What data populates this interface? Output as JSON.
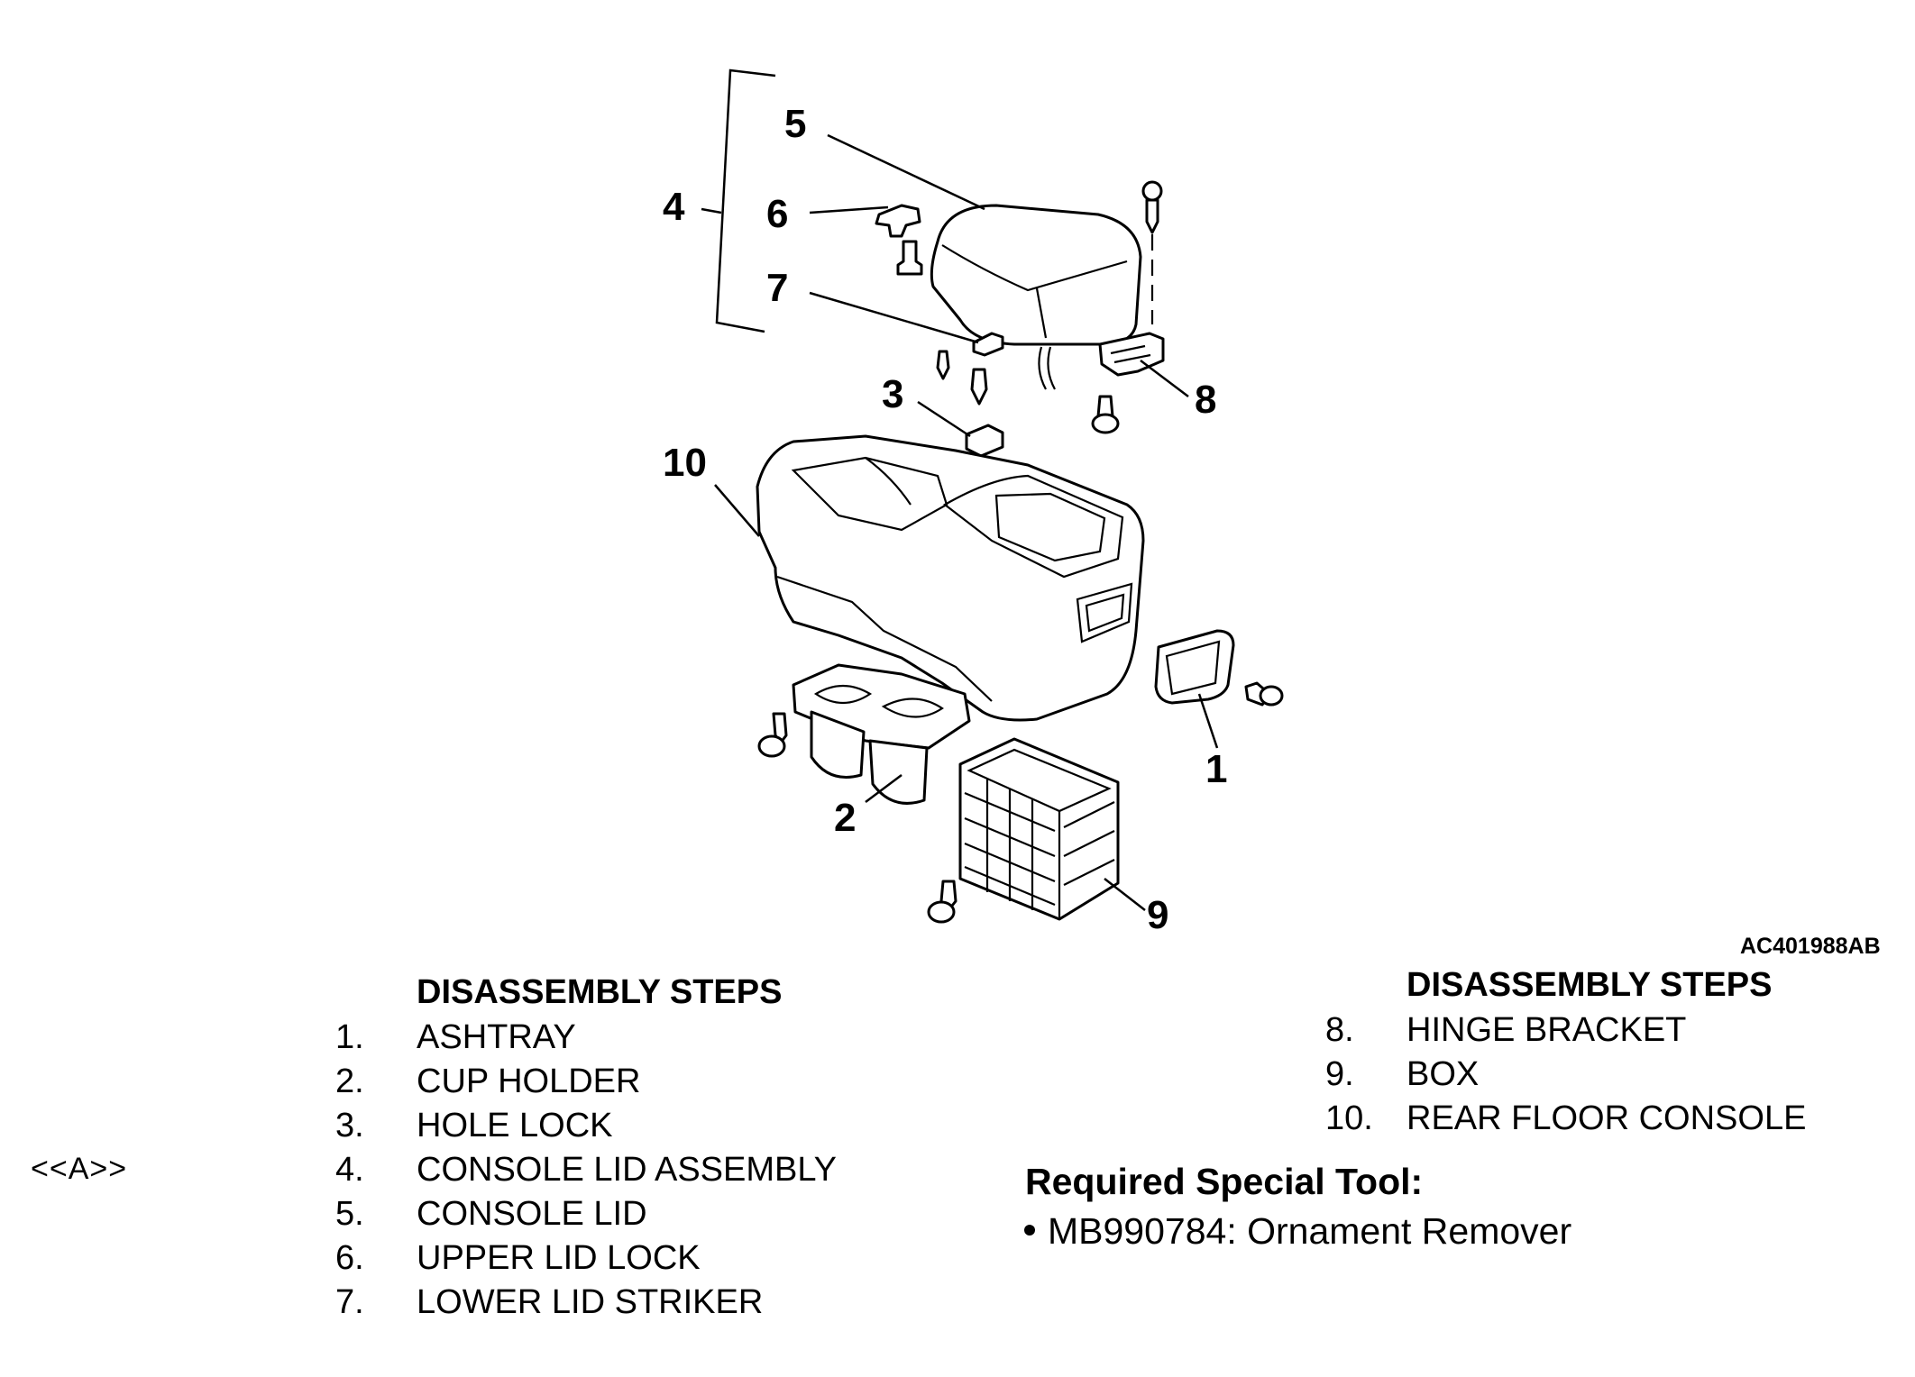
{
  "diagram": {
    "code": "AC401988AB",
    "callouts": [
      "1",
      "2",
      "3",
      "4",
      "5",
      "6",
      "7",
      "8",
      "9",
      "10"
    ]
  },
  "steps_left": {
    "heading": "DISASSEMBLY STEPS",
    "items": [
      {
        "num": "1.",
        "label": "ASHTRAY"
      },
      {
        "num": "2.",
        "label": "CUP HOLDER"
      },
      {
        "num": "3.",
        "label": "HOLE LOCK"
      },
      {
        "num": "4.",
        "label": "CONSOLE LID ASSEMBLY"
      },
      {
        "num": "5.",
        "label": "CONSOLE LID"
      },
      {
        "num": "6.",
        "label": "UPPER LID LOCK"
      },
      {
        "num": "7.",
        "label": "LOWER LID STRIKER"
      }
    ]
  },
  "steps_right": {
    "heading": "DISASSEMBLY STEPS",
    "items": [
      {
        "num": "8.",
        "label": "HINGE BRACKET"
      },
      {
        "num": "9.",
        "label": "BOX"
      },
      {
        "num": "10.",
        "label": "REAR FLOOR CONSOLE"
      }
    ]
  },
  "special_tool": {
    "heading": "Required Special Tool:",
    "item": "MB990784: Ornament Remover"
  },
  "side_marker": "<<A>>"
}
